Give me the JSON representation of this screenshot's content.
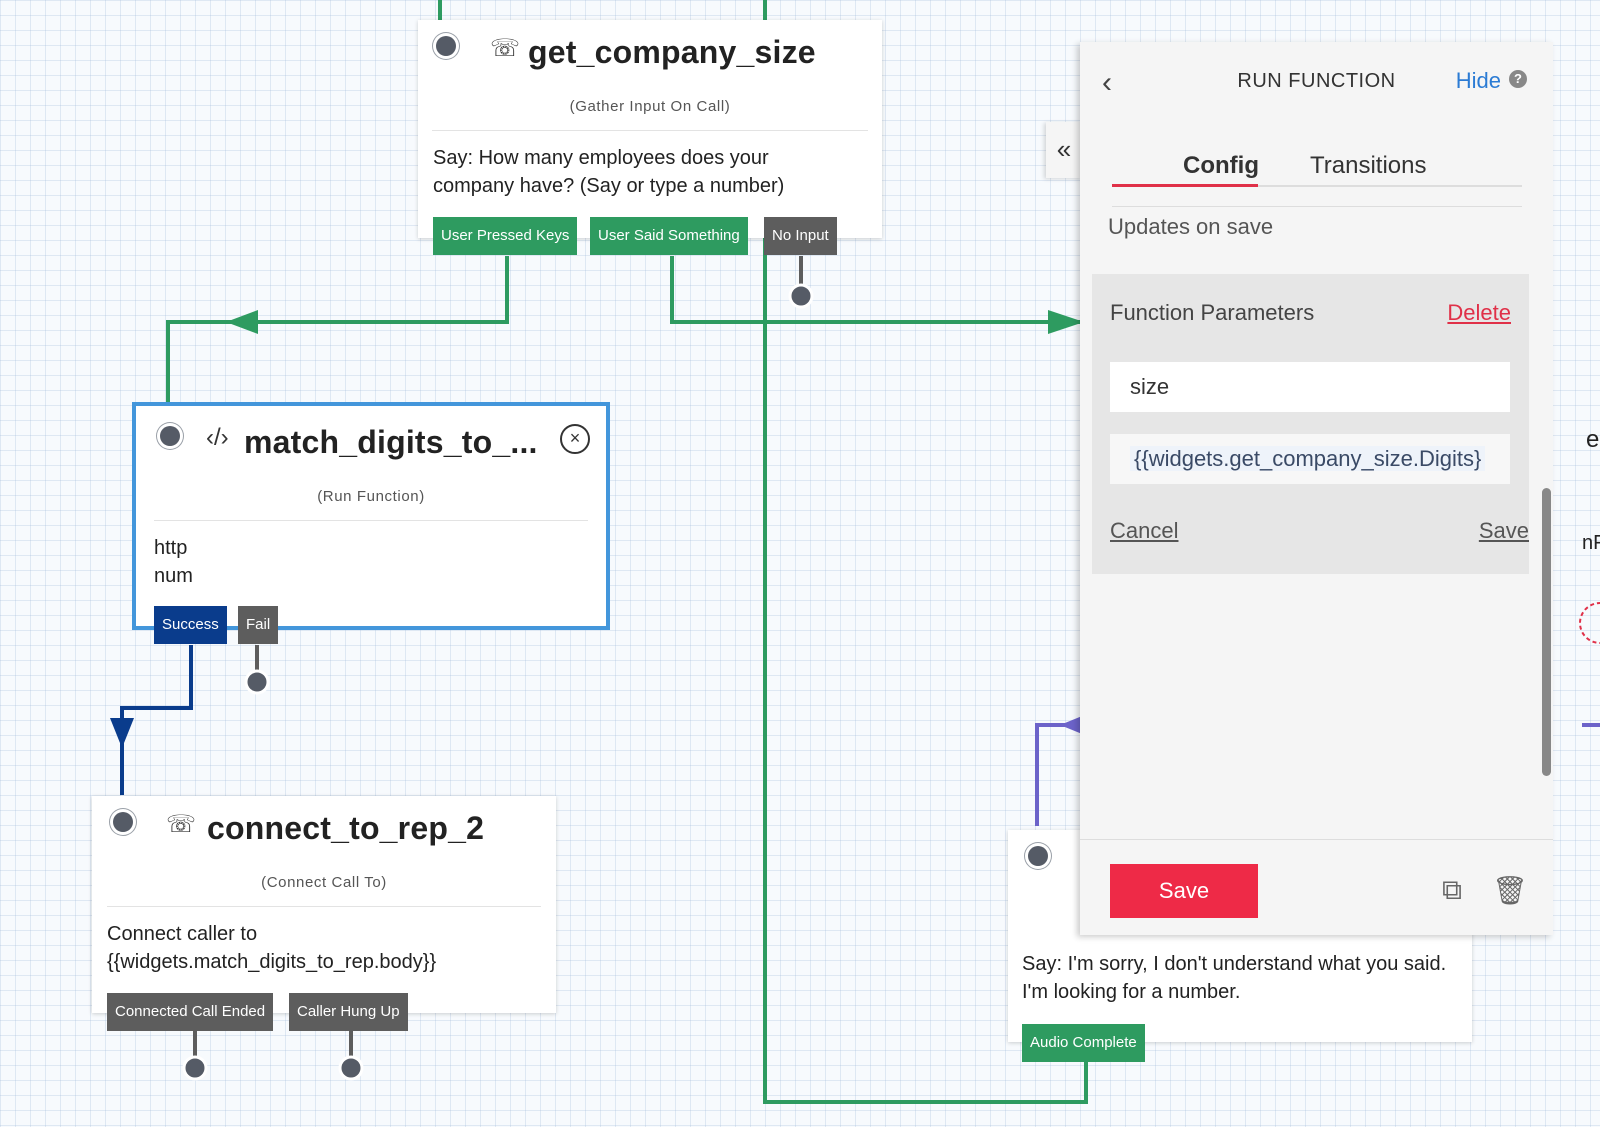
{
  "widgets": {
    "get_company_size": {
      "title": "get_company_size",
      "subtitle": "(Gather Input On Call)",
      "body": "Say: How many employees does your company have? (Say or type a number)",
      "transitions": [
        "User Pressed Keys",
        "User Said Something",
        "No Input"
      ]
    },
    "match_digits": {
      "title": "match_digits_to_...",
      "subtitle": "(Run Function)",
      "body_line1": "http",
      "body_line2": "num",
      "transitions": [
        "Success",
        "Fail"
      ]
    },
    "connect_to_rep_2": {
      "title": "connect_to_rep_2",
      "subtitle": "(Connect Call To)",
      "body_line1": "Connect caller to",
      "body_line2": "{{widgets.match_digits_to_rep.body}}",
      "transitions": [
        "Connected Call Ended",
        "Caller Hung Up"
      ]
    },
    "say_sorry": {
      "body": "Say: I'm sorry, I don't understand what you said. I'm looking for a number.",
      "transitions": [
        "Audio Complete"
      ]
    }
  },
  "panel": {
    "title": "RUN FUNCTION",
    "hide_label": "Hide",
    "help_glyph": "?",
    "back_glyph": "‹",
    "collapse_glyph": "«",
    "tabs": [
      "Config",
      "Transitions"
    ],
    "active_tab": "Config",
    "updates_note": "Updates on save",
    "params": {
      "label": "Function Parameters",
      "delete_label": "Delete",
      "key_value": "size",
      "value_value": "{{widgets.get_company_size.Digits}",
      "cancel_label": "Cancel",
      "save_label": "Save"
    },
    "footer": {
      "save_button": "Save",
      "duplicate_icon": "duplicate-icon",
      "trash_icon": "trash-icon"
    }
  },
  "edge_fragments": {
    "e": "e",
    "nF": "nF"
  },
  "colors": {
    "green_wire": "#2e9b60",
    "navy_wire": "#0a3c8c",
    "purple_wire": "#6c63c9",
    "accent_red": "#ee2a47",
    "link_blue": "#2b7bd4"
  }
}
